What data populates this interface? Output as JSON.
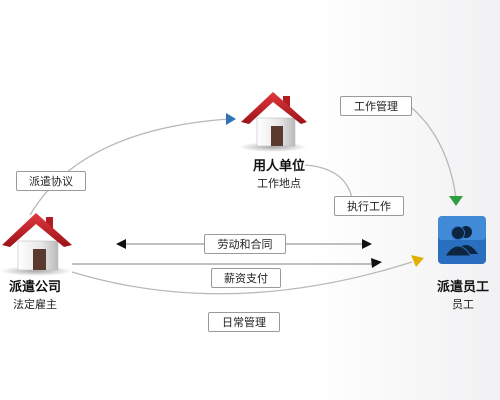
{
  "nodes": {
    "employer": {
      "title": "用人单位",
      "subtitle": "工作地点",
      "icon": "house-icon"
    },
    "agency": {
      "title": "派遣公司",
      "subtitle": "法定雇主",
      "icon": "house-icon"
    },
    "employee": {
      "title": "派遣员工",
      "subtitle": "员工",
      "icon": "people-icon"
    }
  },
  "labels": {
    "dispatch_agreement": "派遣协议",
    "work_management": "工作管理",
    "perform_work": "执行工作",
    "labor_contract": "劳动和合同",
    "salary_payment": "薪资支付",
    "daily_management": "日常管理"
  },
  "colors": {
    "line": "#b8b8b8",
    "arrow_blue": "#2e73b8",
    "arrow_green": "#2f9e3f",
    "arrow_gold": "#e0b000",
    "arrow_black": "#111111",
    "roof_red": "#c9232a",
    "icon_blue": "#2a6fbf"
  }
}
